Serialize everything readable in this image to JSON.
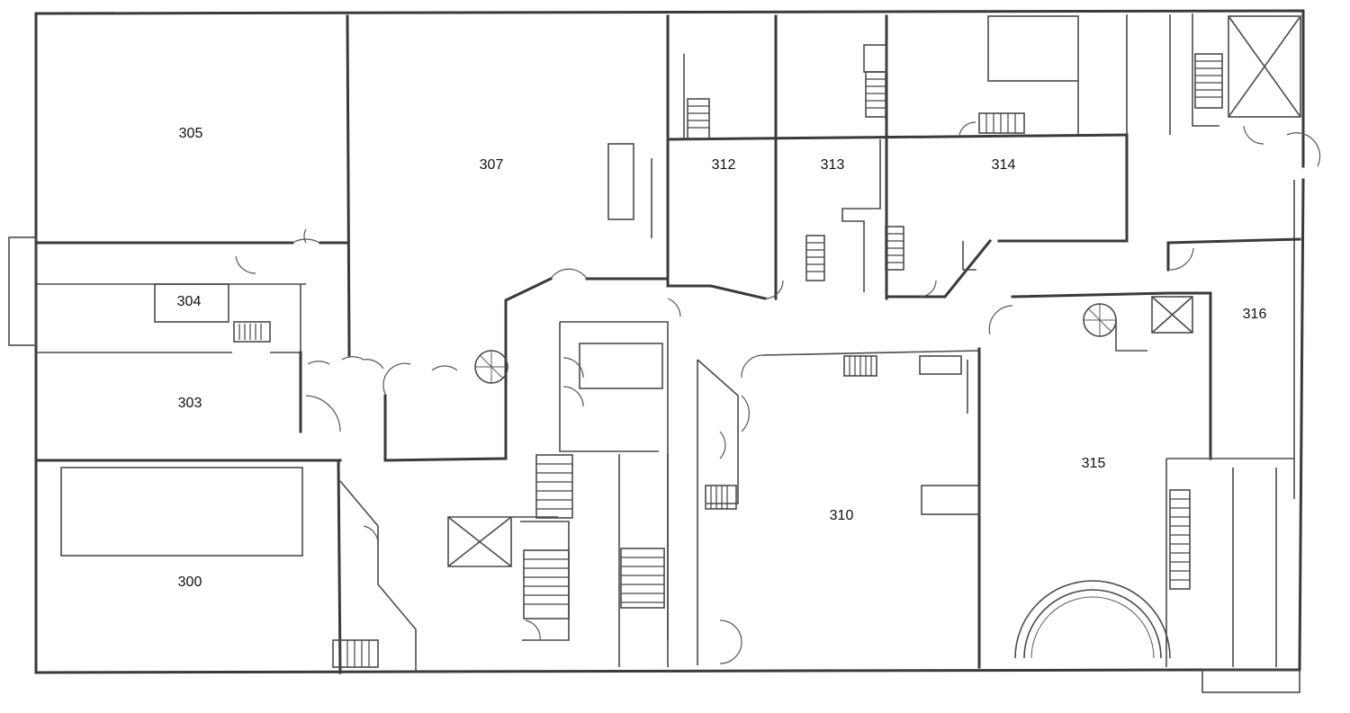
{
  "floor_plan": {
    "rooms": [
      {
        "id": "300",
        "label": "300"
      },
      {
        "id": "303",
        "label": "303"
      },
      {
        "id": "304",
        "label": "304"
      },
      {
        "id": "305",
        "label": "305"
      },
      {
        "id": "307",
        "label": "307"
      },
      {
        "id": "310",
        "label": "310"
      },
      {
        "id": "312",
        "label": "312"
      },
      {
        "id": "313",
        "label": "313"
      },
      {
        "id": "314",
        "label": "314"
      },
      {
        "id": "315",
        "label": "315"
      },
      {
        "id": "316",
        "label": "316"
      }
    ],
    "colors": {
      "wall": "#3a3a3a",
      "background": "#ffffff"
    }
  }
}
